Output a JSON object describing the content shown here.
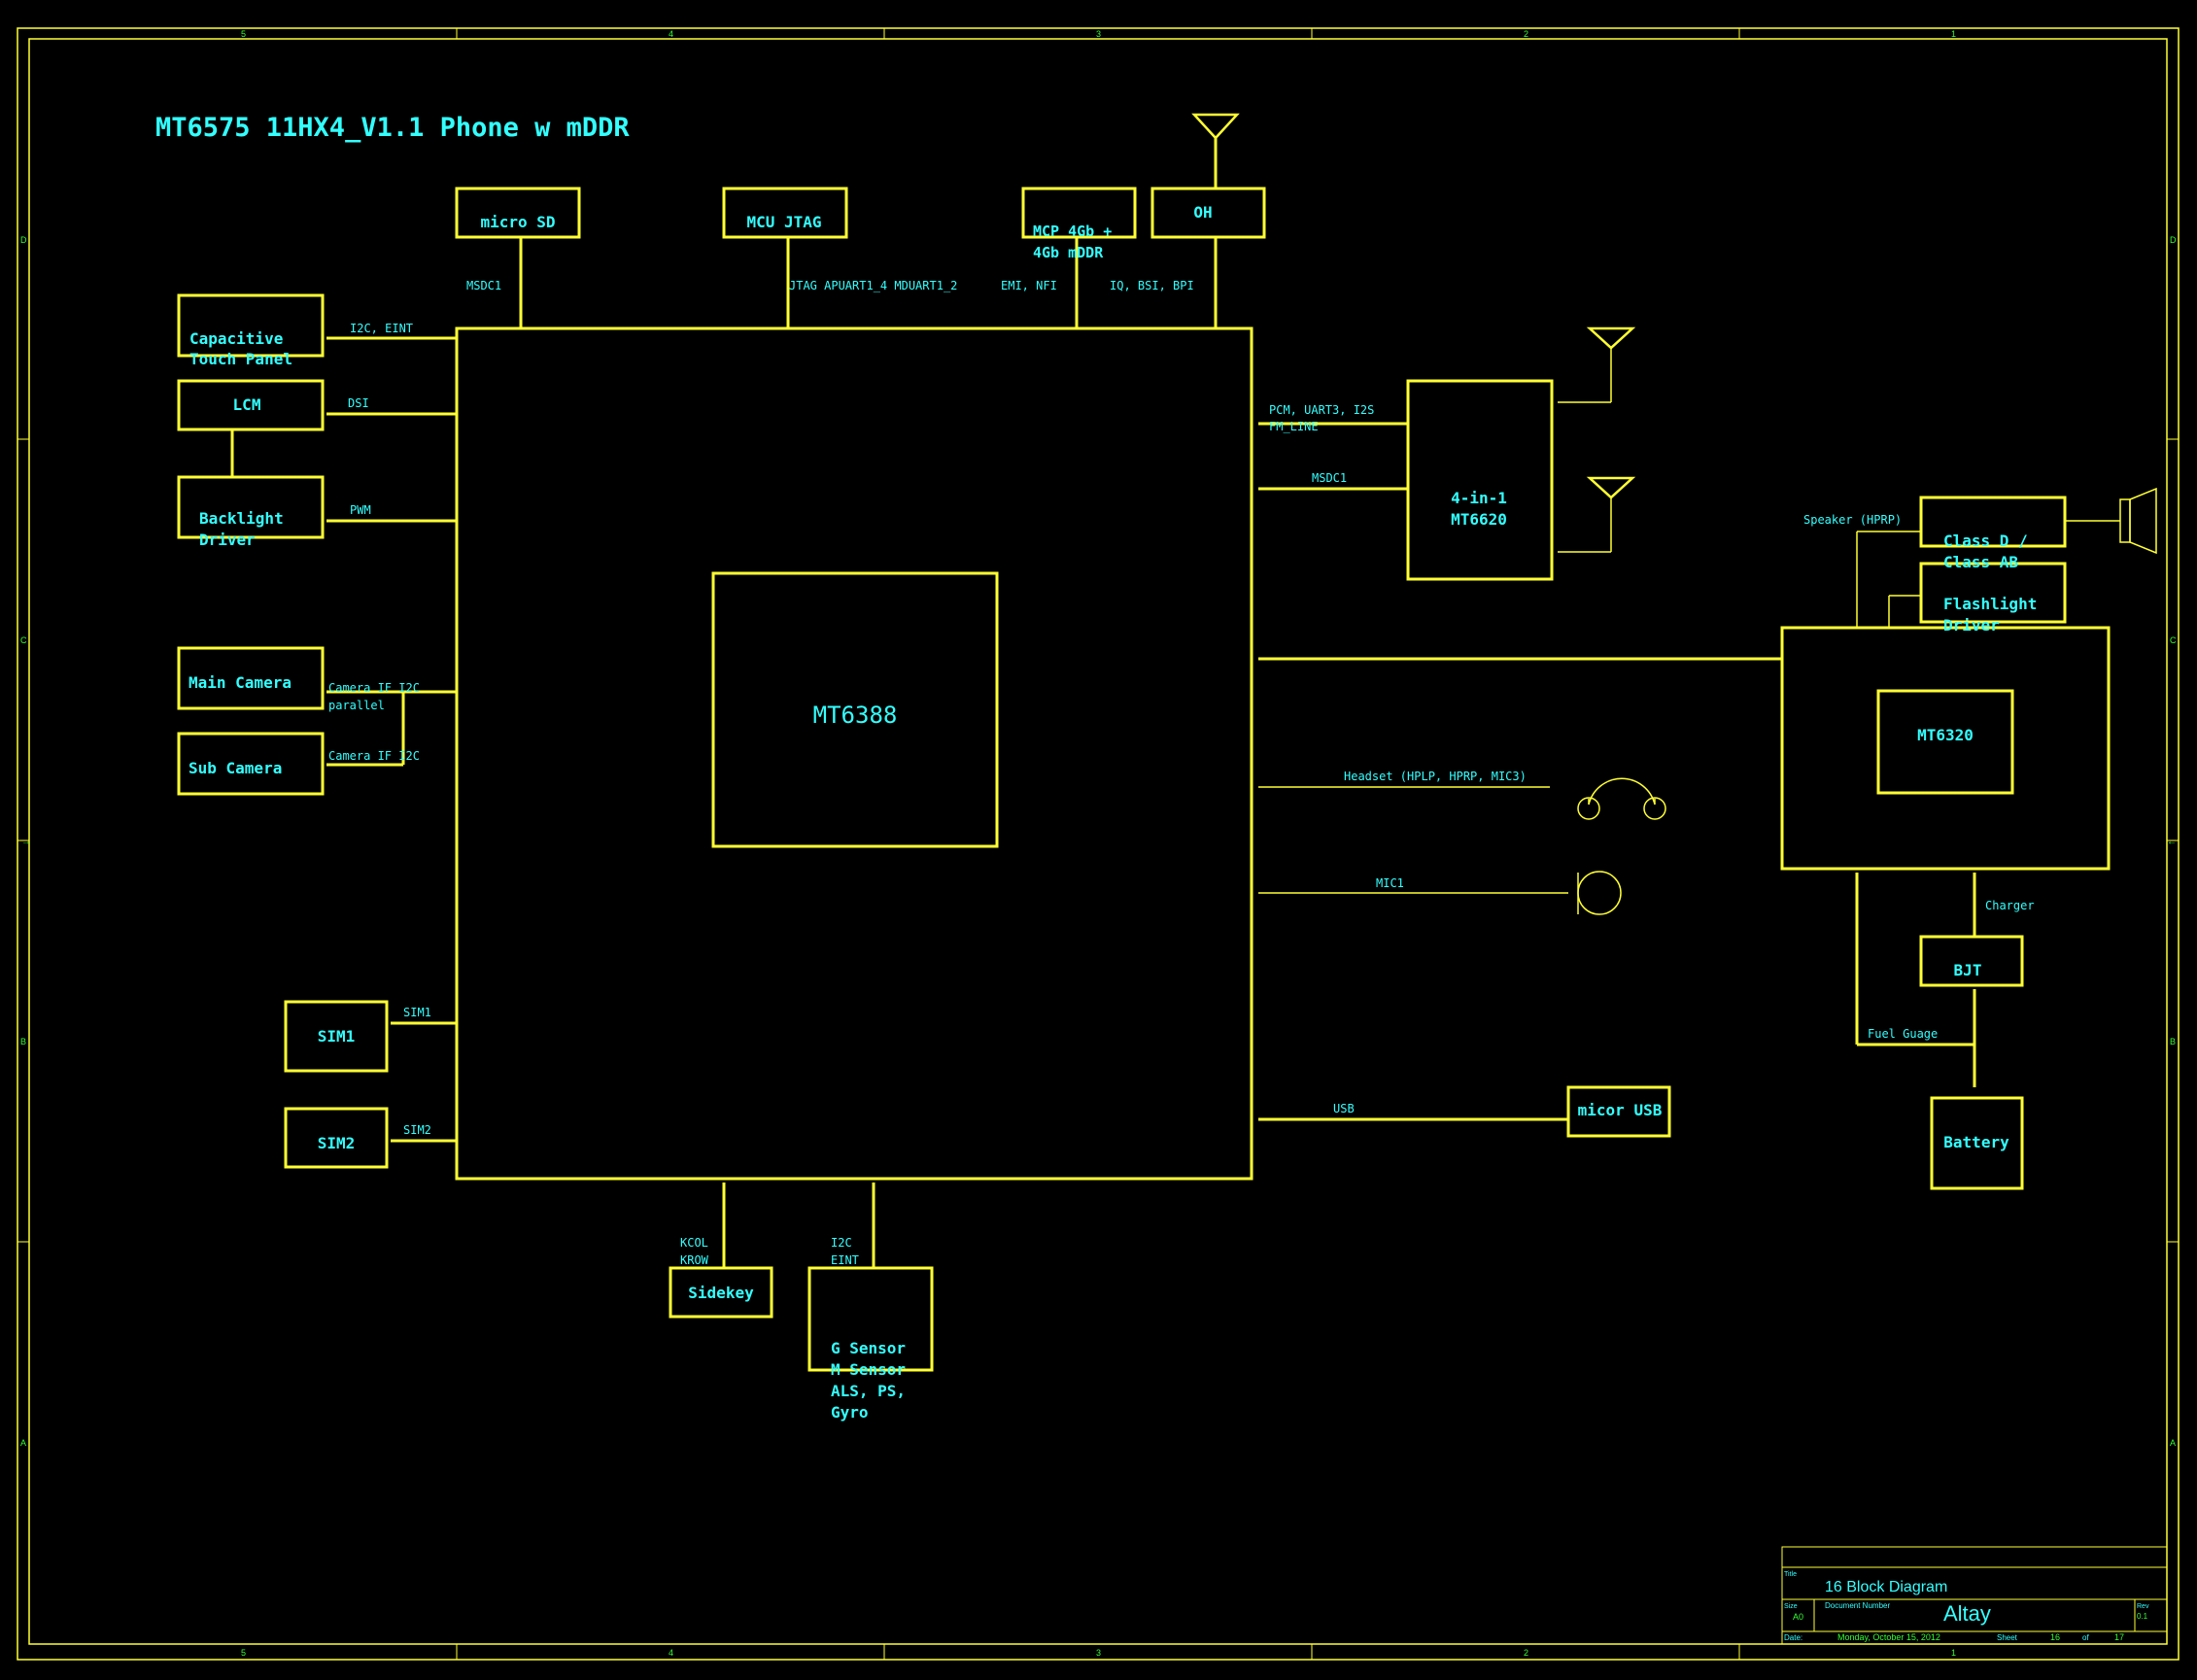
{
  "title": "MT6575 11HX4_V1.1 Phone w mDDR",
  "border": {
    "cols_top": [
      "5",
      "4",
      "3",
      "2",
      "1"
    ],
    "cols_bottom": [
      "5",
      "4",
      "3",
      "2",
      "1"
    ],
    "rows": [
      "D",
      "C",
      "B",
      "A"
    ]
  },
  "blocks": {
    "main_chip": "MT6388",
    "micro_sd": "micro SD",
    "mcu_jtag": "MCU JTAG",
    "mcp": [
      "MCP 4Gb +",
      "4Gb mDDR"
    ],
    "oh": "OH",
    "capacitive": [
      "Capacitive",
      "Touch Panel"
    ],
    "lcm": "LCM",
    "backlight": [
      "Backlight",
      "Driver"
    ],
    "main_camera": "Main Camera",
    "sub_camera": "Sub Camera",
    "sim1": "SIM1",
    "sim2": "SIM2",
    "sidekey": "Sidekey",
    "gsensor": [
      "G Sensor",
      "M Sensor",
      "ALS, PS,",
      "Gyro"
    ],
    "four_in_one": [
      "4-in-1",
      "MT6620"
    ],
    "class_d": [
      "Class D /",
      "Class AB"
    ],
    "flashlight": [
      "Flashlight",
      "Driver"
    ],
    "pmic": "MT6320",
    "bjt": "BJT",
    "battery": "Battery",
    "micro_usb": "micor USB"
  },
  "signals": {
    "msdc1_top": "MSDC1",
    "jtag": "JTAG APUART1_4 MDUART1_2",
    "emi": "EMI, NFI",
    "iq": "IQ, BSI, BPI",
    "i2c_eint": "I2C, EINT",
    "dsi": "DSI",
    "pwm": "PWM",
    "camera_if_1": "Camera IF  I2C",
    "parallel": "parallel",
    "camera_if_2": "Camera IF  I2C",
    "sim1": "SIM1",
    "sim2": "SIM2",
    "kcol": "KCOL",
    "krow": "KROW",
    "i2c_b": "I2C",
    "eint_b": "EINT",
    "pcm": "PCM, UART3, I2S",
    "fm_line": "FM_LINE",
    "msdc1_r": "MSDC1",
    "headset": "Headset (HPLP, HPRP, MIC3)",
    "mic1": "MIC1",
    "usb": "USB",
    "speaker": "Speaker (HPRP)",
    "charger": "Charger",
    "fuel": "Fuel Guage"
  },
  "title_block": {
    "title_label": "Title",
    "title": "16 Block Diagram",
    "size_label": "Size",
    "size": "A0",
    "docnum_label": "Document Number",
    "docnum": "Altay",
    "rev_label": "Rev",
    "rev": "0.1",
    "date_label": "Date:",
    "date": "Monday, October 15, 2012",
    "sheet_label": "Sheet",
    "sheet": "16",
    "of_label": "of",
    "of": "17"
  }
}
